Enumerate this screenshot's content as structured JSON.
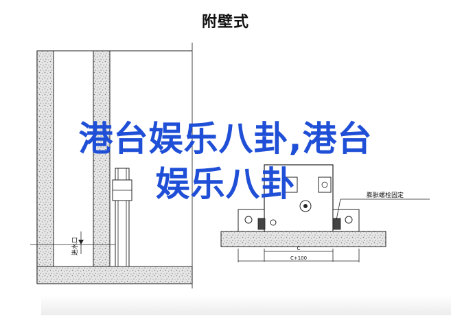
{
  "diagram": {
    "title": "附壁式",
    "overlay_line1": "港台娱乐八卦,港台",
    "overlay_line2": "娱乐八卦",
    "labels": {
      "inlet": "进水口",
      "bolt": "膨胀螺栓固定",
      "dim_c": "C",
      "dim_c100": "C+100"
    },
    "colors": {
      "overlay": "#1f4fd6",
      "line": "#222222",
      "concrete": "#9a9a9a"
    }
  }
}
